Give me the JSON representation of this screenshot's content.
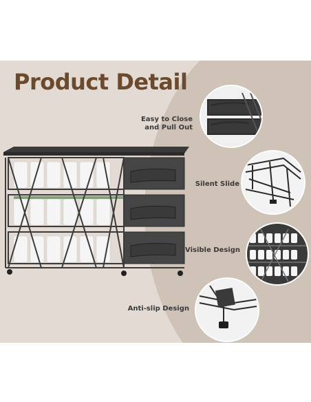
{
  "title": "Product Detail",
  "features": [
    {
      "label": "Easy to Close\nand Pull Out",
      "icon": "drawer-closeup-icon"
    },
    {
      "label": "Silent Slide",
      "icon": "slide-rail-icon"
    },
    {
      "label": "Visible Design",
      "icon": "pod-grid-icon"
    },
    {
      "label": "Anti-slip Design",
      "icon": "foot-pad-icon"
    }
  ],
  "colors": {
    "title": "#6b4a2e",
    "background": "#e3dbd3",
    "arc": "#cfc3b7",
    "metal": "#3b3b3b"
  }
}
